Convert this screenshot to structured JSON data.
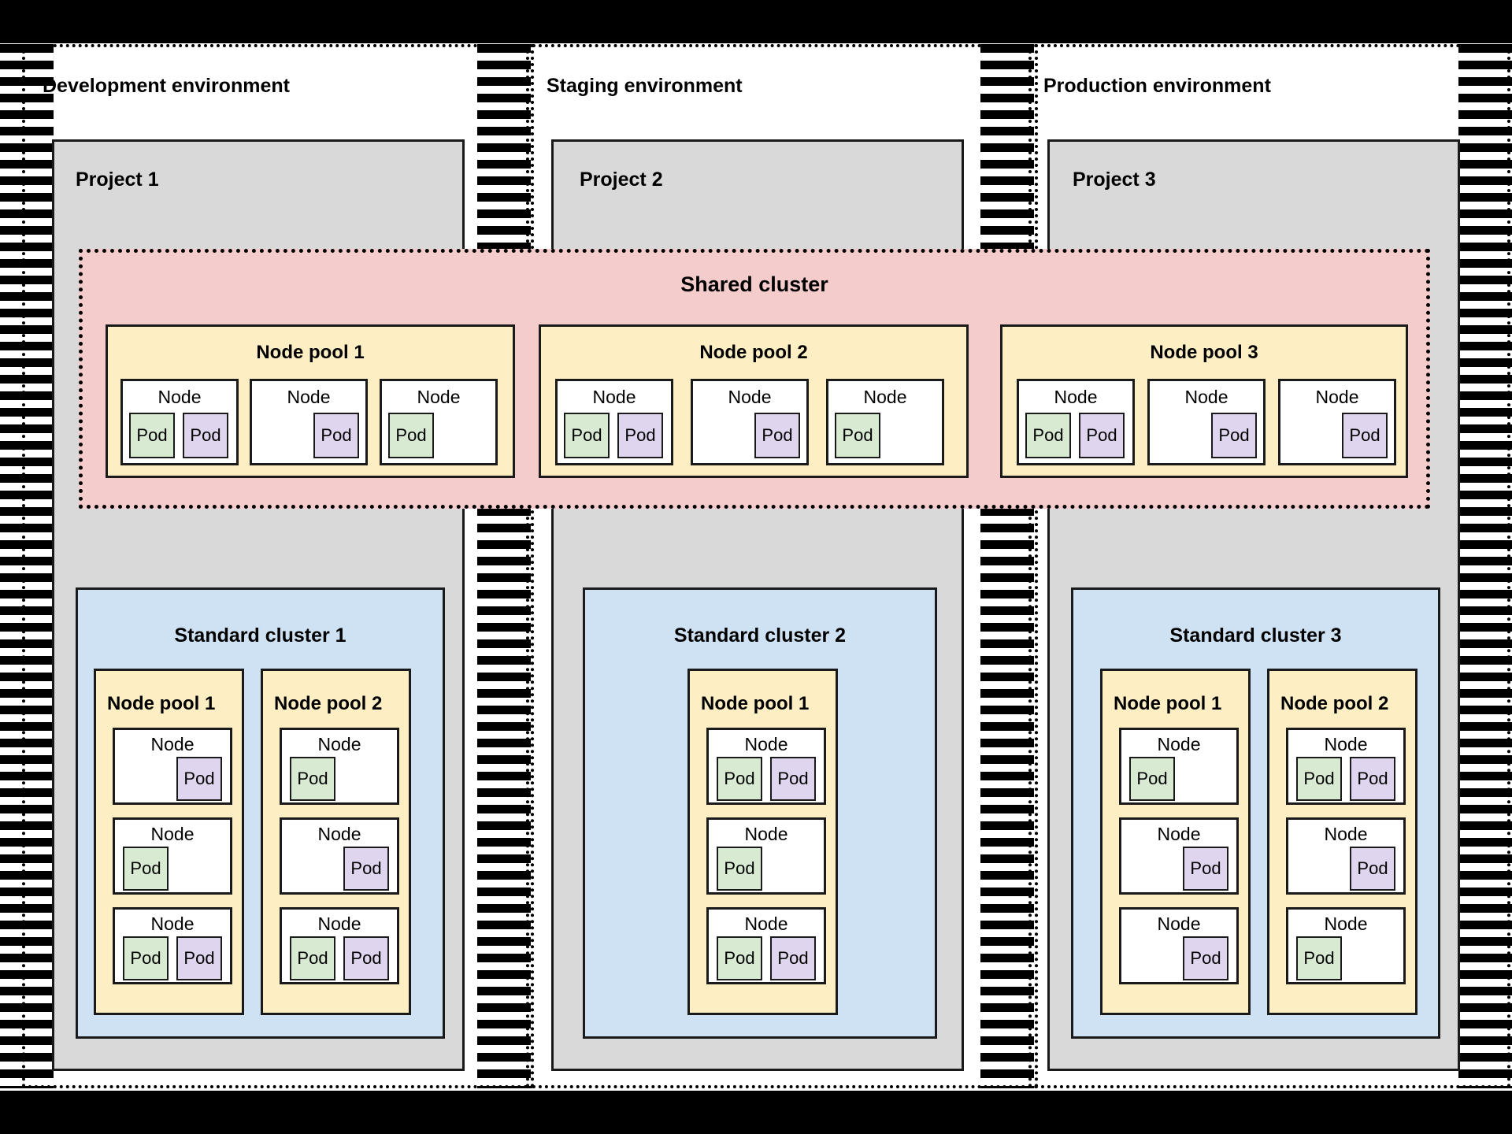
{
  "colors": {
    "project_fill": "#d9d9d9",
    "shared_cluster_fill": "#f4cccc",
    "standard_cluster_fill": "#cfe2f3",
    "node_pool_fill": "#fdeec4",
    "pod_green": "#d9ead3",
    "pod_purple": "#e0d5ef",
    "outline": "#1a1a1a",
    "background": "#ffffff"
  },
  "labels": {
    "node": "Node",
    "pod": "Pod"
  },
  "shared_cluster": {
    "title": "Shared cluster",
    "node_pools": [
      {
        "title": "Node pool 1",
        "nodes": [
          {
            "pods": [
              "green",
              "purple"
            ]
          },
          {
            "pods": [
              "purple"
            ],
            "align": "right"
          },
          {
            "pods": [
              "green"
            ],
            "align": "left"
          }
        ]
      },
      {
        "title": "Node pool 2",
        "nodes": [
          {
            "pods": [
              "green",
              "purple"
            ]
          },
          {
            "pods": [
              "purple"
            ],
            "align": "right"
          },
          {
            "pods": [
              "green"
            ],
            "align": "left"
          }
        ]
      },
      {
        "title": "Node pool 3",
        "nodes": [
          {
            "pods": [
              "green",
              "purple"
            ]
          },
          {
            "pods": [
              "purple"
            ],
            "align": "right"
          },
          {
            "pods": [
              "purple"
            ],
            "align": "right"
          }
        ]
      }
    ]
  },
  "environments": [
    {
      "title": "Development environment",
      "project": {
        "title": "Project 1"
      },
      "standard_cluster": {
        "title": "Standard cluster 1",
        "node_pools": [
          {
            "title": "Node pool 1",
            "nodes": [
              {
                "pods": [
                  "purple"
                ],
                "align": "right"
              },
              {
                "pods": [
                  "green"
                ],
                "align": "left"
              },
              {
                "pods": [
                  "green",
                  "purple"
                ]
              }
            ]
          },
          {
            "title": "Node pool 2",
            "nodes": [
              {
                "pods": [
                  "green"
                ],
                "align": "left"
              },
              {
                "pods": [
                  "purple"
                ],
                "align": "right"
              },
              {
                "pods": [
                  "green",
                  "purple"
                ]
              }
            ]
          }
        ]
      }
    },
    {
      "title": "Staging environment",
      "project": {
        "title": "Project 2"
      },
      "standard_cluster": {
        "title": "Standard cluster 2",
        "node_pools": [
          {
            "title": "Node pool 1",
            "nodes": [
              {
                "pods": [
                  "green",
                  "purple"
                ]
              },
              {
                "pods": [
                  "green"
                ],
                "align": "left"
              },
              {
                "pods": [
                  "green",
                  "purple"
                ]
              }
            ]
          }
        ]
      }
    },
    {
      "title": "Production environment",
      "project": {
        "title": "Project 3"
      },
      "standard_cluster": {
        "title": "Standard cluster 3",
        "node_pools": [
          {
            "title": "Node pool 1",
            "nodes": [
              {
                "pods": [
                  "green"
                ],
                "align": "left"
              },
              {
                "pods": [
                  "purple"
                ],
                "align": "right"
              },
              {
                "pods": [
                  "purple"
                ],
                "align": "right"
              }
            ]
          },
          {
            "title": "Node pool 2",
            "nodes": [
              {
                "pods": [
                  "green",
                  "purple"
                ]
              },
              {
                "pods": [
                  "purple"
                ],
                "align": "right"
              },
              {
                "pods": [
                  "green"
                ],
                "align": "left"
              }
            ]
          }
        ]
      }
    }
  ]
}
